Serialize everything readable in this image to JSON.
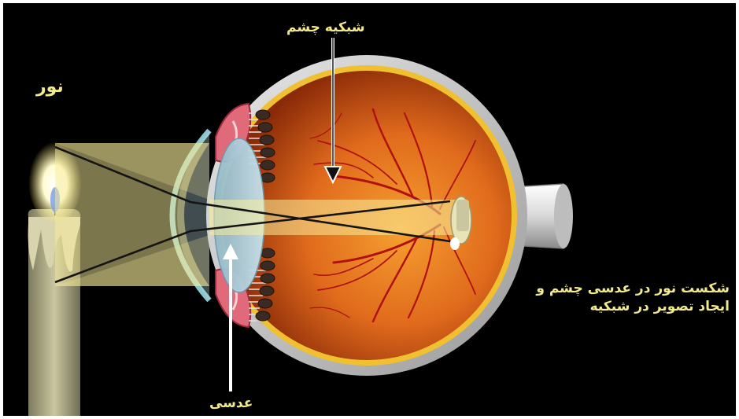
{
  "labels": {
    "light": "نور",
    "retina": "شبکیه چشم",
    "lens": "عدسی",
    "caption_line1": "شکست نور در عدسی چشم و",
    "caption_line2": "ایجاد تصویر در شبکیه"
  },
  "colors": {
    "background": "#000000",
    "label_text": "#f2ea8c",
    "eye_interior": "#e0601a",
    "retina_rim": "#f0c030",
    "sclera": "#c9c9c9",
    "light_beam": "#f7ec9a",
    "blood_vessels": "#b01010"
  }
}
